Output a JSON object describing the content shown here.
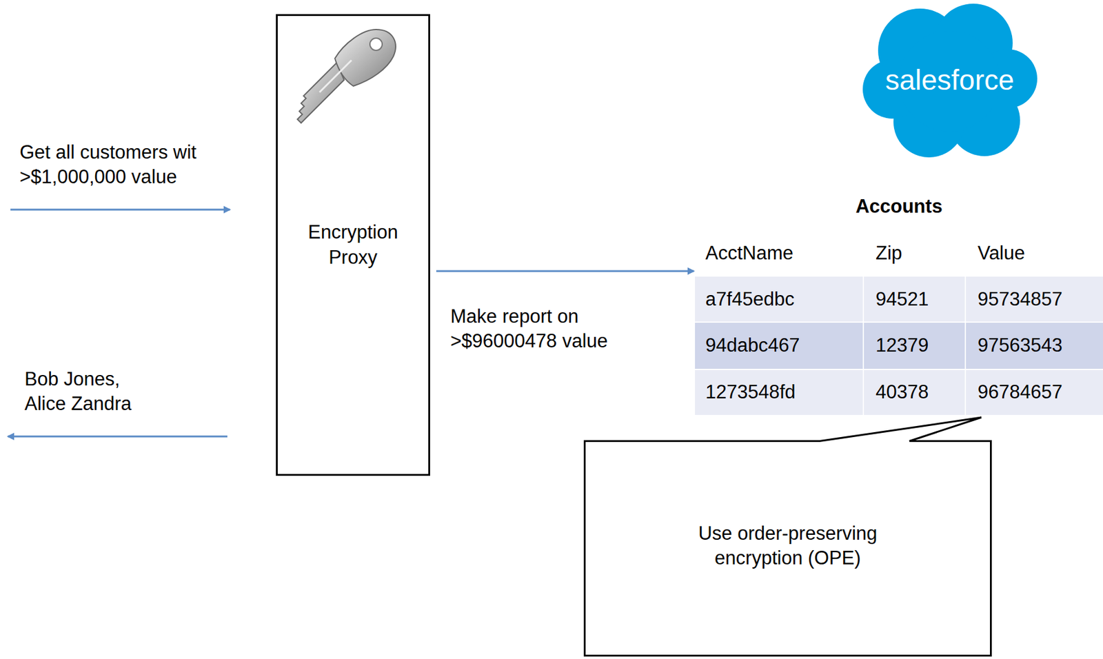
{
  "diagram": {
    "nodes": [
      {
        "text": [
          "Encryption Proxy"
        ]
      },
      {
        "text": [
          "salesforce"
        ]
      },
      {
        "text": [
          "Accounts"
        ]
      },
      {
        "text": [
          "Use order-preserving encryption (OPE)"
        ]
      }
    ],
    "edges": [
      {
        "from": 0,
        "to": 2,
        "arrow": "to",
        "label": "Make report on >$96000478 value"
      }
    ],
    "labels": [
      "Get all customers wit >$1,000,000 value",
      "Bob Jones, Alice Zandra",
      "AcctName",
      "Zip",
      "Value",
      "a7f45edbc",
      "94521",
      "95734857",
      "94dabc467",
      "12379",
      "97563543",
      "1273548fd",
      "40378",
      "96784657"
    ]
  }
}
